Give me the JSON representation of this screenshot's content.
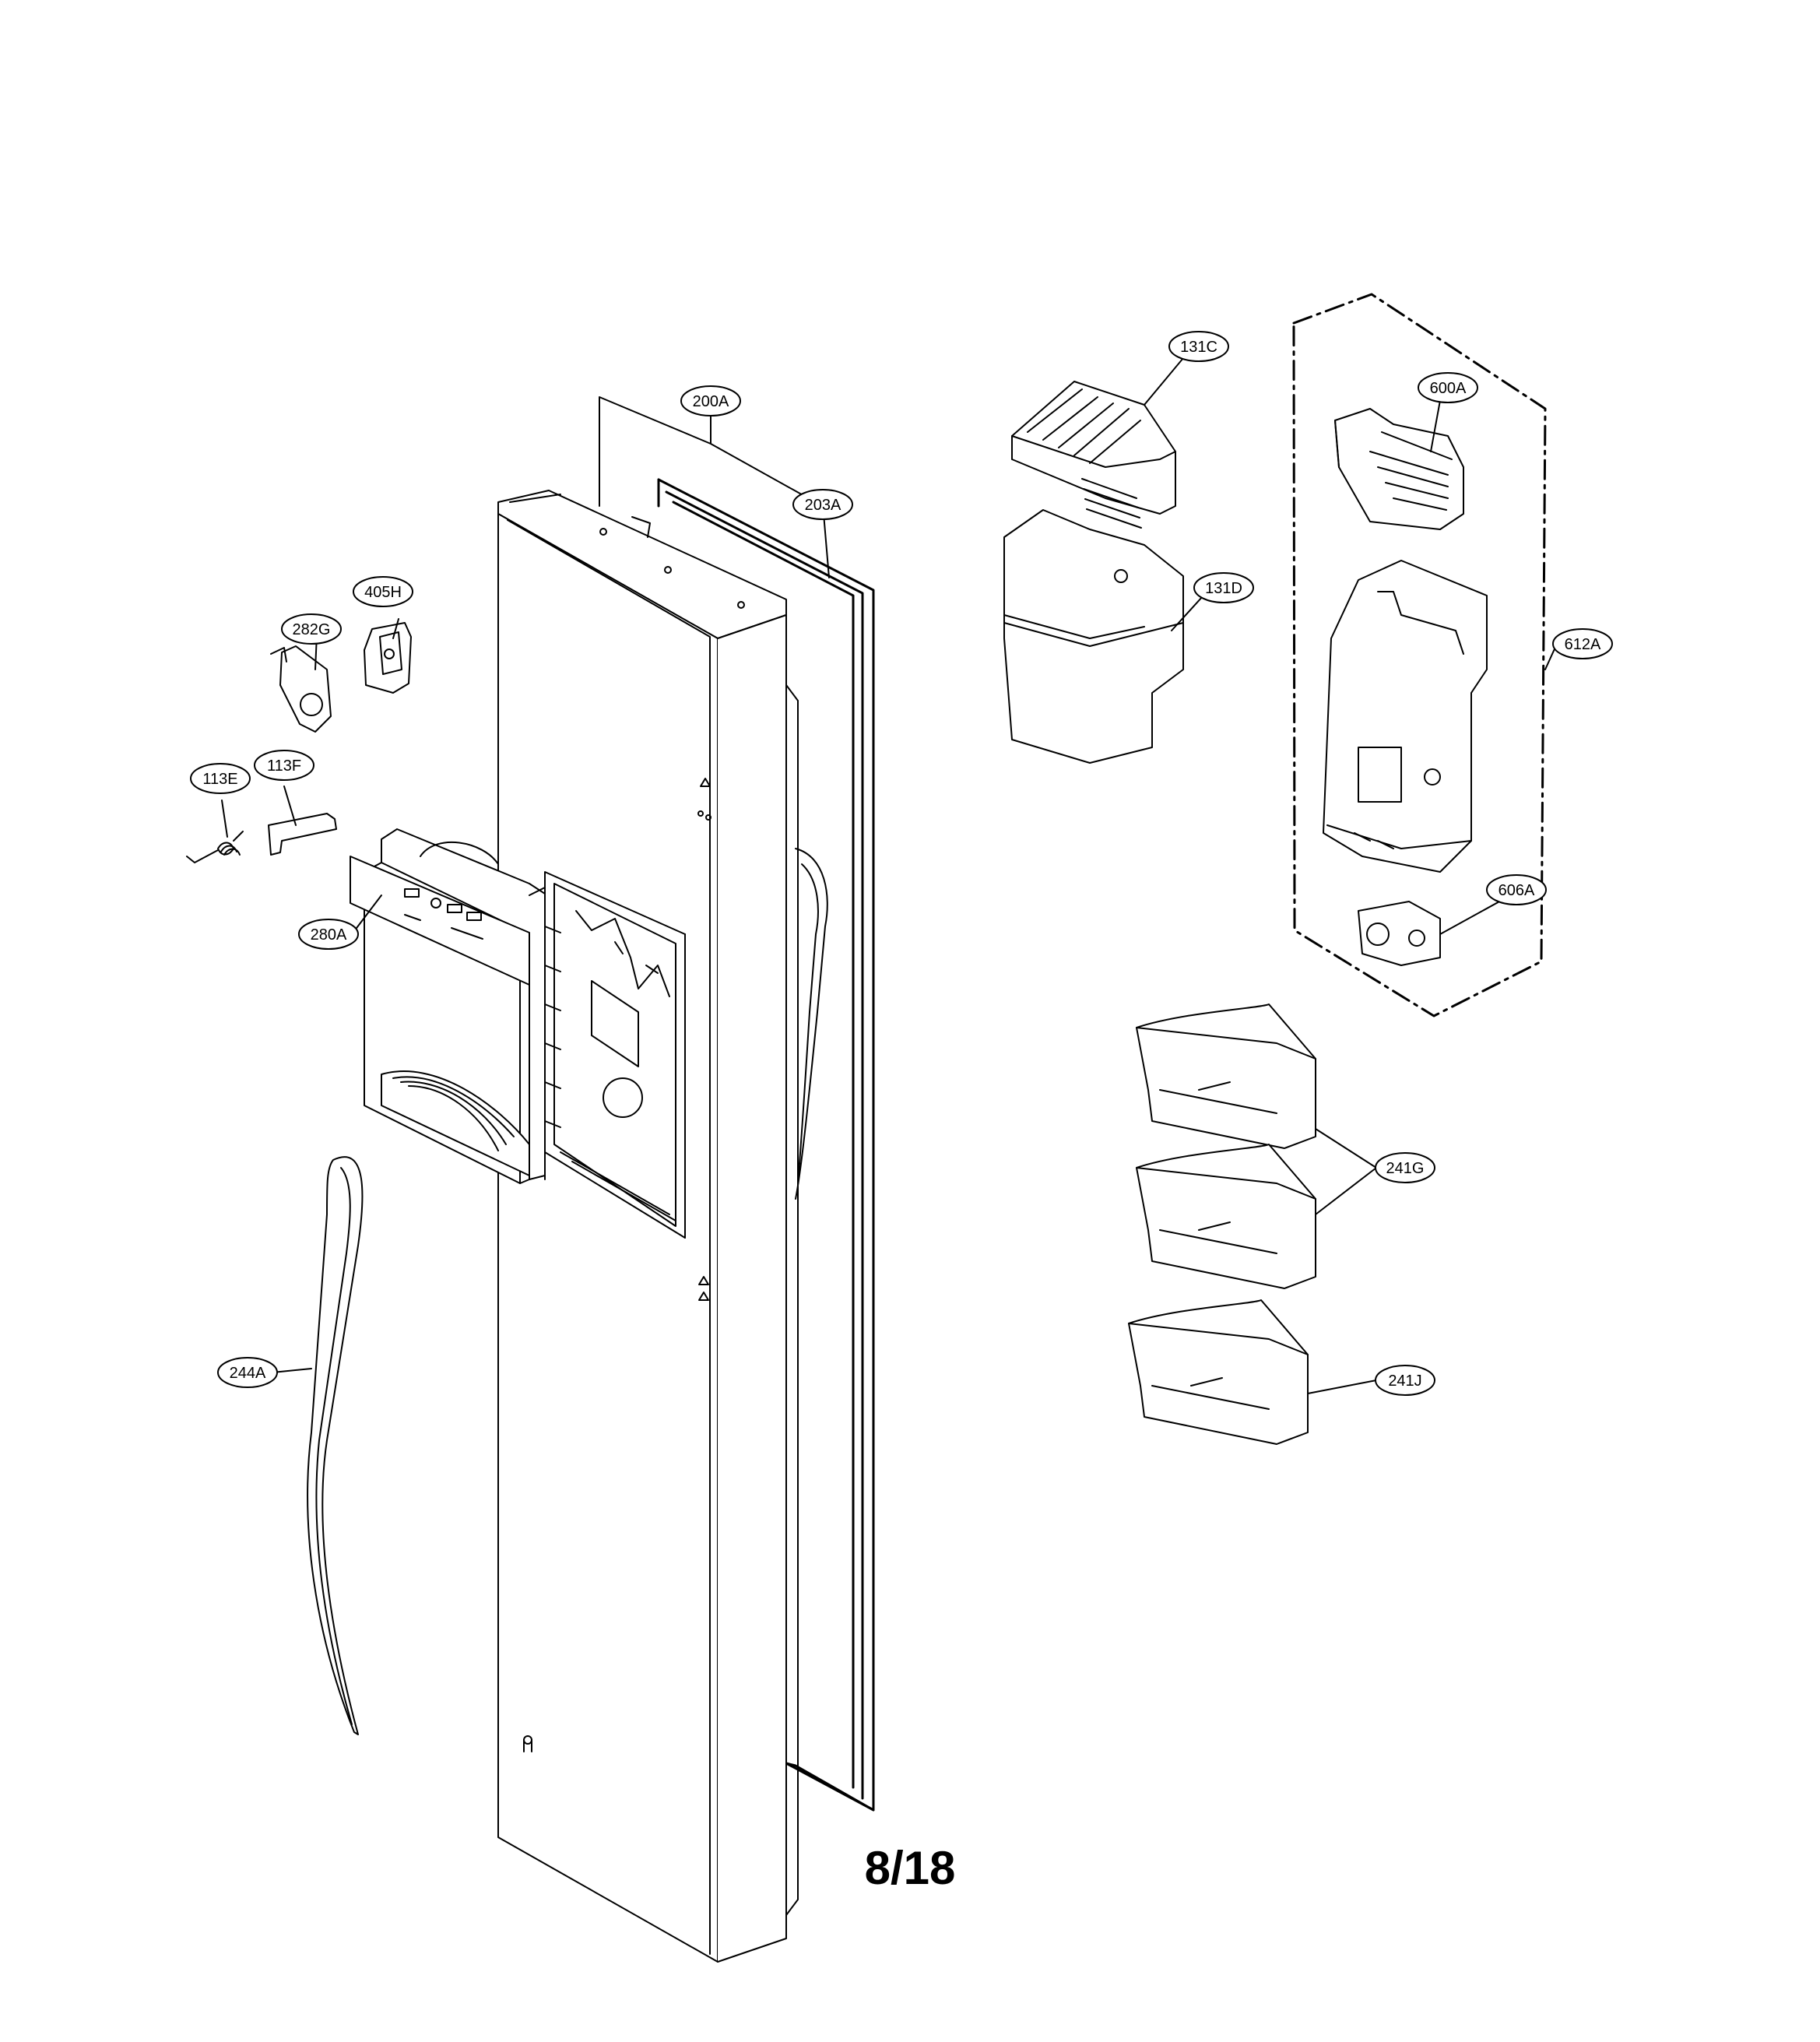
{
  "diagram": {
    "page_number": "8/18",
    "callouts": [
      {
        "id": "200A",
        "text": "200A"
      },
      {
        "id": "203A",
        "text": "203A"
      },
      {
        "id": "131C",
        "text": "131C"
      },
      {
        "id": "131D",
        "text": "131D"
      },
      {
        "id": "600A",
        "text": "600A"
      },
      {
        "id": "612A",
        "text": "612A"
      },
      {
        "id": "606A",
        "text": "606A"
      },
      {
        "id": "405H",
        "text": "405H"
      },
      {
        "id": "282G",
        "text": "282G"
      },
      {
        "id": "113E",
        "text": "113E"
      },
      {
        "id": "113F",
        "text": "113F"
      },
      {
        "id": "280A",
        "text": "280A"
      },
      {
        "id": "244A",
        "text": "244A"
      },
      {
        "id": "241G",
        "text": "241G"
      },
      {
        "id": "241J",
        "text": "241J"
      }
    ]
  }
}
